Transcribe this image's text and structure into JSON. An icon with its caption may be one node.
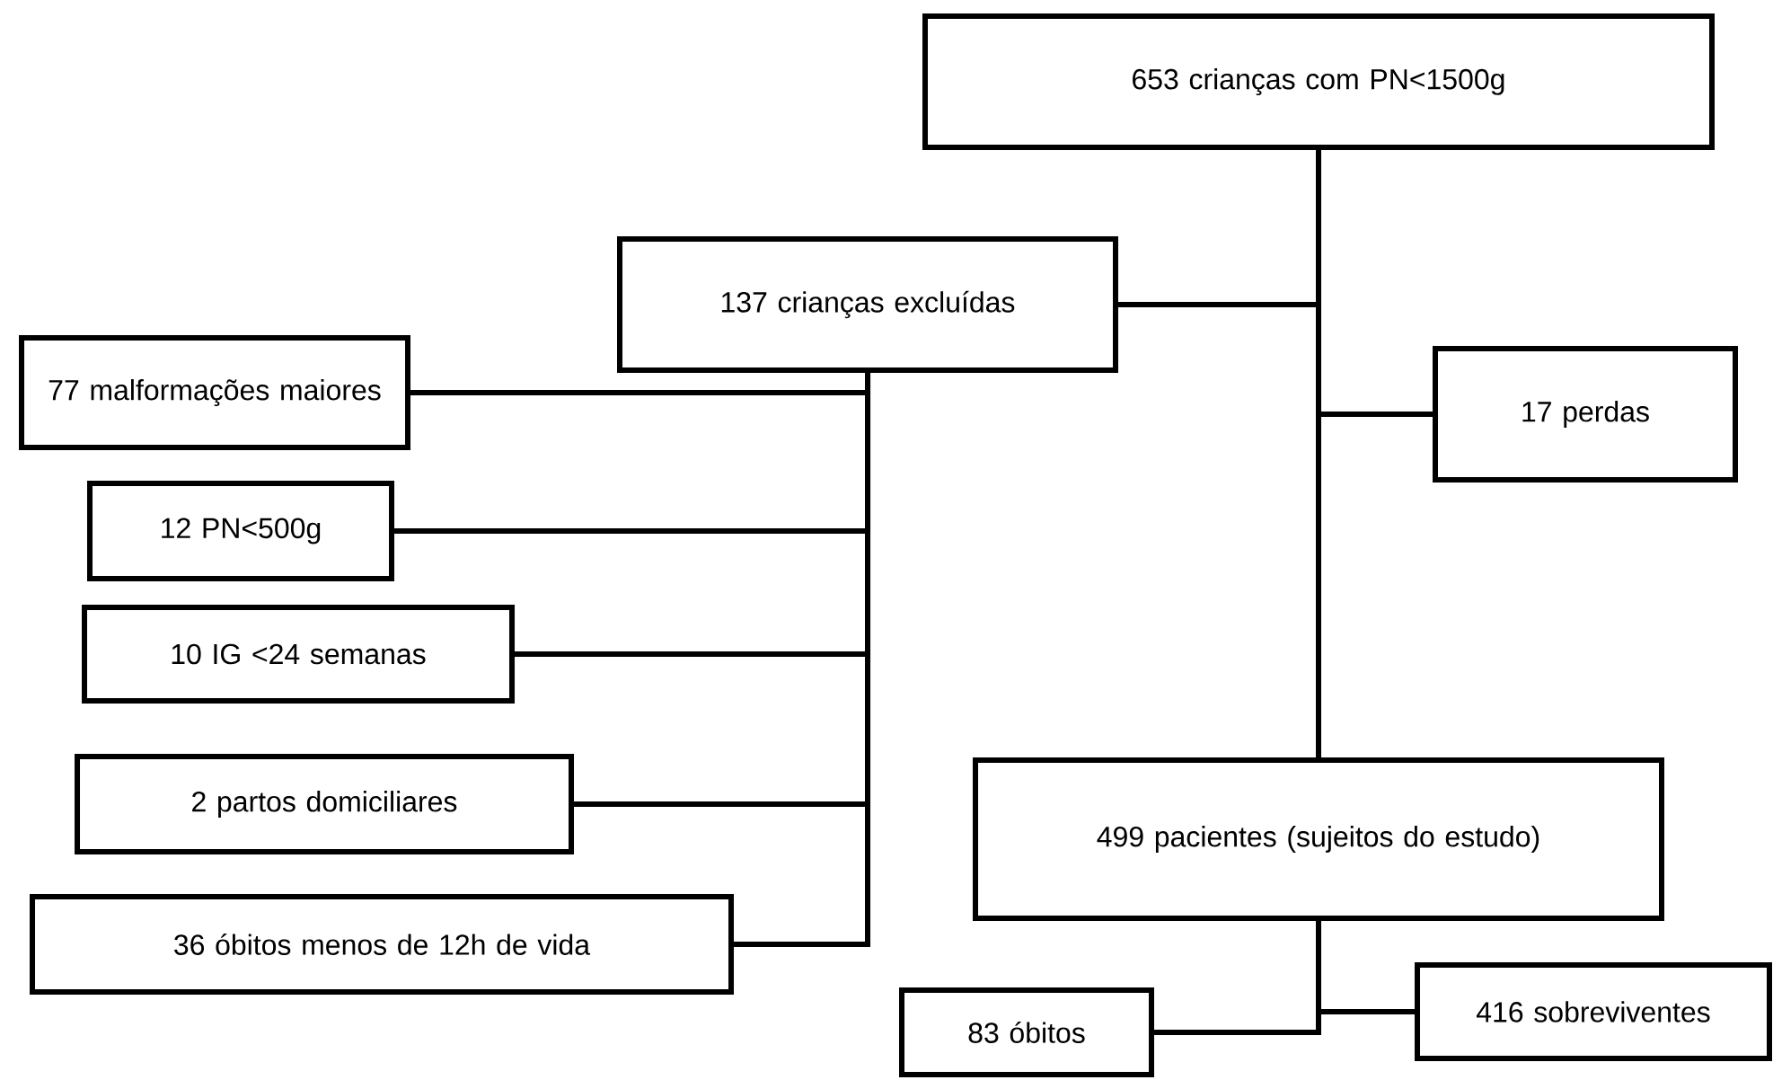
{
  "diagram": {
    "nodes": [
      {
        "text": [
          "653 crianças com PN<1500g"
        ]
      },
      {
        "text": [
          "137 crianças excluídas"
        ]
      },
      {
        "text": [
          "17 perdas"
        ]
      },
      {
        "text": [
          "77 malformações maiores"
        ]
      },
      {
        "text": [
          "12 PN<500g"
        ]
      },
      {
        "text": [
          "10 IG <24 semanas"
        ]
      },
      {
        "text": [
          "2 partos domiciliares"
        ]
      },
      {
        "text": [
          "36 óbitos menos de 12h de vida"
        ]
      },
      {
        "text": [
          "499 pacientes (sujeitos do estudo)"
        ]
      },
      {
        "text": [
          "83 óbitos"
        ]
      },
      {
        "text": [
          "416 sobreviventes"
        ]
      }
    ],
    "edges": [
      {
        "from": 0,
        "to": 1,
        "arrow": "none"
      },
      {
        "from": 0,
        "to": 2,
        "arrow": "none"
      },
      {
        "from": 0,
        "to": 8,
        "arrow": "none"
      },
      {
        "from": 1,
        "to": 3,
        "arrow": "none"
      },
      {
        "from": 1,
        "to": 4,
        "arrow": "none"
      },
      {
        "from": 1,
        "to": 5,
        "arrow": "none"
      },
      {
        "from": 1,
        "to": 6,
        "arrow": "none"
      },
      {
        "from": 1,
        "to": 7,
        "arrow": "none"
      },
      {
        "from": 8,
        "to": 9,
        "arrow": "none"
      },
      {
        "from": 8,
        "to": 10,
        "arrow": "none"
      }
    ]
  }
}
